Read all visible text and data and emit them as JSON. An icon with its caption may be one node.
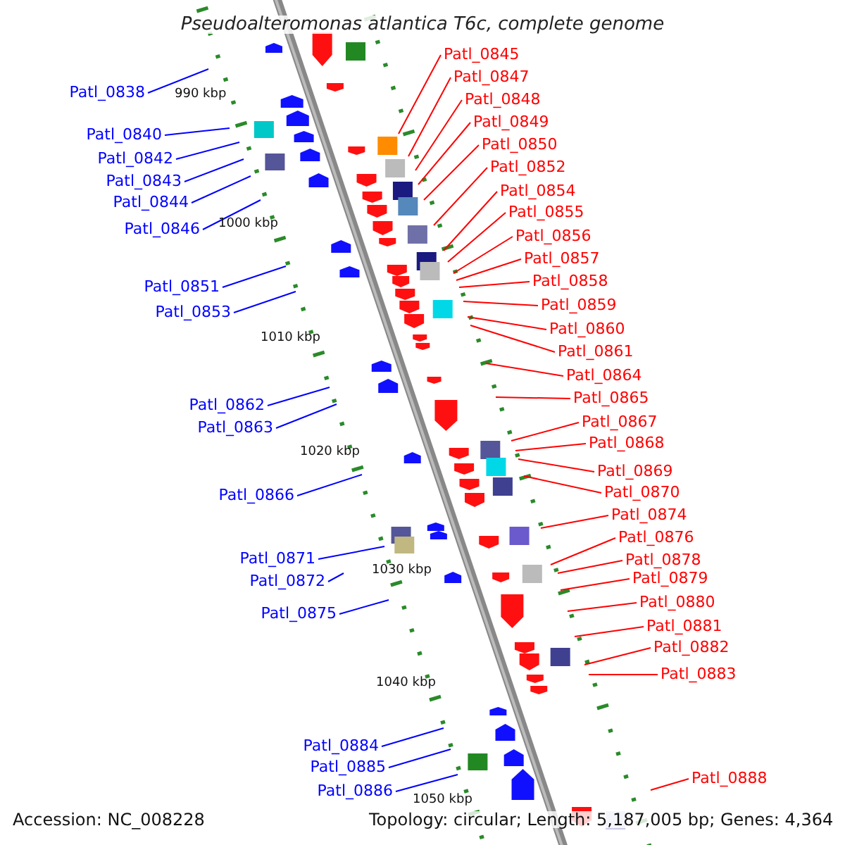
{
  "diagram": {
    "title": "Pseudoalteromonas atlantica T6c, complete genome",
    "nodes": [
      {
        "text": [
          "Patl_0838"
        ]
      },
      {
        "text": [
          "Patl_0840"
        ]
      },
      {
        "text": [
          "Patl_0842"
        ]
      },
      {
        "text": [
          "Patl_0843"
        ]
      },
      {
        "text": [
          "Patl_0844"
        ]
      },
      {
        "text": [
          "Patl_0846"
        ]
      },
      {
        "text": [
          "Patl_0851"
        ]
      },
      {
        "text": [
          "Patl_0853"
        ]
      },
      {
        "text": [
          "Patl_0862"
        ]
      },
      {
        "text": [
          "Patl_0863"
        ]
      },
      {
        "text": [
          "Patl_0866"
        ]
      },
      {
        "text": [
          "Patl_0871"
        ]
      },
      {
        "text": [
          "Patl_0872"
        ]
      },
      {
        "text": [
          "Patl_0875"
        ]
      },
      {
        "text": [
          "Patl_0884"
        ]
      },
      {
        "text": [
          "Patl_0885"
        ]
      },
      {
        "text": [
          "Patl_0886"
        ]
      },
      {
        "text": [
          "Patl_0845"
        ]
      },
      {
        "text": [
          "Patl_0847"
        ]
      },
      {
        "text": [
          "Patl_0848"
        ]
      },
      {
        "text": [
          "Patl_0849"
        ]
      },
      {
        "text": [
          "Patl_0850"
        ]
      },
      {
        "text": [
          "Patl_0852"
        ]
      },
      {
        "text": [
          "Patl_0854"
        ]
      },
      {
        "text": [
          "Patl_0855"
        ]
      },
      {
        "text": [
          "Patl_0856"
        ]
      },
      {
        "text": [
          "Patl_0857"
        ]
      },
      {
        "text": [
          "Patl_0858"
        ]
      },
      {
        "text": [
          "Patl_0859"
        ]
      },
      {
        "text": [
          "Patl_0860"
        ]
      },
      {
        "text": [
          "Patl_0861"
        ]
      },
      {
        "text": [
          "Patl_0864"
        ]
      },
      {
        "text": [
          "Patl_0865"
        ]
      },
      {
        "text": [
          "Patl_0867"
        ]
      },
      {
        "text": [
          "Patl_0868"
        ]
      },
      {
        "text": [
          "Patl_0869"
        ]
      },
      {
        "text": [
          "Patl_0870"
        ]
      },
      {
        "text": [
          "Patl_0874"
        ]
      },
      {
        "text": [
          "Patl_0876"
        ]
      },
      {
        "text": [
          "Patl_0878"
        ]
      },
      {
        "text": [
          "Patl_0879"
        ]
      },
      {
        "text": [
          "Patl_0880"
        ]
      },
      {
        "text": [
          "Patl_0881"
        ]
      },
      {
        "text": [
          "Patl_0882"
        ]
      },
      {
        "text": [
          "Patl_0883"
        ]
      },
      {
        "text": [
          "Patl_0888"
        ]
      }
    ],
    "edges": [
      {
        "from": 0,
        "to": null,
        "arrow": "none",
        "color": "#0000ff"
      },
      {
        "from": 1,
        "to": null,
        "arrow": "none",
        "color": "#0000ff"
      },
      {
        "from": 2,
        "to": null,
        "arrow": "none",
        "color": "#0000ff"
      },
      {
        "from": 3,
        "to": null,
        "arrow": "none",
        "color": "#0000ff"
      },
      {
        "from": 4,
        "to": null,
        "arrow": "none",
        "color": "#0000ff"
      },
      {
        "from": 5,
        "to": null,
        "arrow": "none",
        "color": "#0000ff"
      },
      {
        "from": 6,
        "to": null,
        "arrow": "none",
        "color": "#0000ff"
      },
      {
        "from": 7,
        "to": null,
        "arrow": "none",
        "color": "#0000ff"
      },
      {
        "from": 8,
        "to": null,
        "arrow": "none",
        "color": "#0000ff"
      },
      {
        "from": 9,
        "to": null,
        "arrow": "none",
        "color": "#0000ff"
      },
      {
        "from": 10,
        "to": null,
        "arrow": "none",
        "color": "#0000ff"
      },
      {
        "from": 11,
        "to": null,
        "arrow": "none",
        "color": "#0000ff"
      },
      {
        "from": 12,
        "to": null,
        "arrow": "none",
        "color": "#0000ff"
      },
      {
        "from": 13,
        "to": null,
        "arrow": "none",
        "color": "#0000ff"
      },
      {
        "from": 14,
        "to": null,
        "arrow": "none",
        "color": "#0000ff"
      },
      {
        "from": 15,
        "to": null,
        "arrow": "none",
        "color": "#0000ff"
      },
      {
        "from": 16,
        "to": null,
        "arrow": "none",
        "color": "#0000ff"
      },
      {
        "from": 17,
        "to": null,
        "arrow": "none"
      },
      {
        "from": 18,
        "to": null,
        "arrow": "none"
      },
      {
        "from": 19,
        "to": null,
        "arrow": "none"
      },
      {
        "from": 20,
        "to": null,
        "arrow": "none"
      },
      {
        "from": 21,
        "to": null,
        "arrow": "none"
      },
      {
        "from": 22,
        "to": null,
        "arrow": "none"
      },
      {
        "from": 23,
        "to": null,
        "arrow": "none"
      },
      {
        "from": 24,
        "to": null,
        "arrow": "none"
      },
      {
        "from": 25,
        "to": null,
        "arrow": "none"
      },
      {
        "from": 26,
        "to": null,
        "arrow": "none"
      },
      {
        "from": 27,
        "to": null,
        "arrow": "none"
      },
      {
        "from": 28,
        "to": null,
        "arrow": "none"
      },
      {
        "from": 29,
        "to": null,
        "arrow": "none"
      },
      {
        "from": 30,
        "to": null,
        "arrow": "none"
      },
      {
        "from": 31,
        "to": null,
        "arrow": "none"
      },
      {
        "from": 32,
        "to": null,
        "arrow": "none"
      },
      {
        "from": 33,
        "to": null,
        "arrow": "none"
      },
      {
        "from": 34,
        "to": null,
        "arrow": "none"
      },
      {
        "from": 35,
        "to": null,
        "arrow": "none"
      },
      {
        "from": 36,
        "to": null,
        "arrow": "none"
      },
      {
        "from": 37,
        "to": null,
        "arrow": "none"
      },
      {
        "from": 38,
        "to": null,
        "arrow": "none"
      },
      {
        "from": 39,
        "to": null,
        "arrow": "none"
      },
      {
        "from": 40,
        "to": null,
        "arrow": "none"
      },
      {
        "from": 41,
        "to": null,
        "arrow": "none"
      },
      {
        "from": 42,
        "to": null,
        "arrow": "none"
      },
      {
        "from": 43,
        "to": null,
        "arrow": "none"
      },
      {
        "from": 44,
        "to": null,
        "arrow": "none"
      },
      {
        "from": 45,
        "to": null,
        "arrow": "none"
      }
    ],
    "labels": [
      "990 kbp",
      "1000 kbp",
      "1010 kbp",
      "1020 kbp",
      "1030 kbp",
      "1040 kbp",
      "1050 kbp",
      "Accession: NC_008228",
      "Topology: circular; Length: 5,187,005 bp; Genes: 4,364"
    ]
  }
}
